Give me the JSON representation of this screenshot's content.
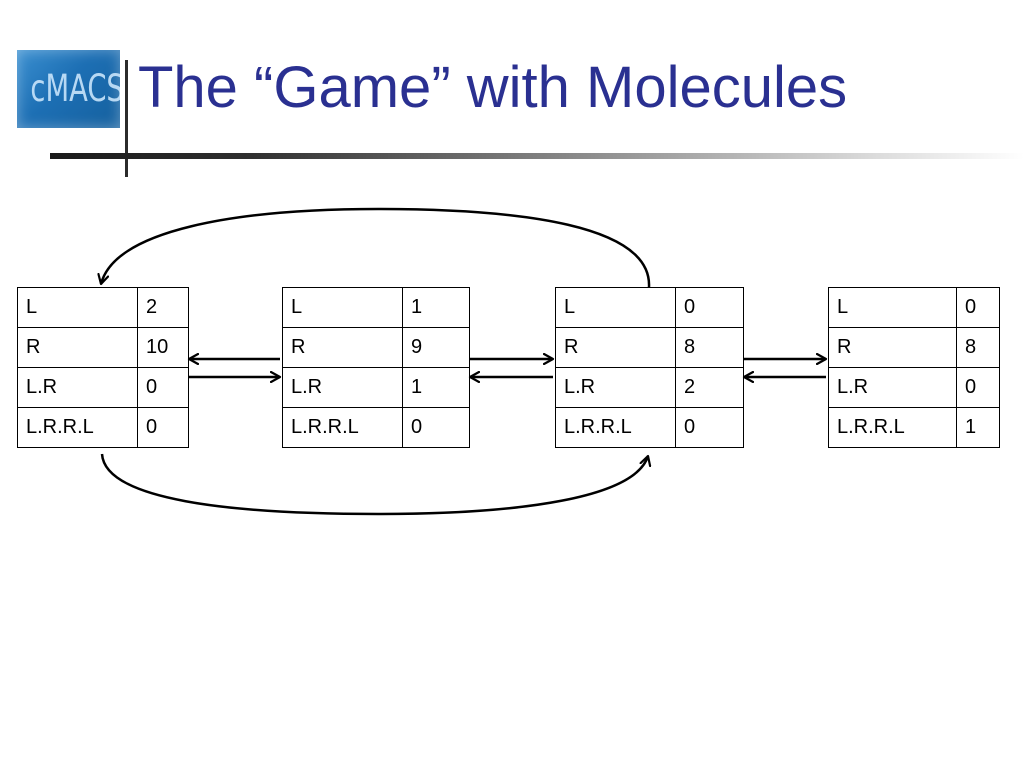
{
  "title": "The “Game” with Molecules",
  "logo": {
    "text": "cMACS",
    "colors": {
      "background": "#1d6fb4",
      "text": "#d2ebff"
    }
  },
  "colors": {
    "title": "#2a3091",
    "line": "#000000"
  },
  "tables": [
    {
      "rows": [
        {
          "name": "L",
          "value": "2"
        },
        {
          "name": "R",
          "value": "10"
        },
        {
          "name": "L.R",
          "value": "0"
        },
        {
          "name": "L.R.R.L",
          "value": "0"
        }
      ]
    },
    {
      "rows": [
        {
          "name": "L",
          "value": "1"
        },
        {
          "name": "R",
          "value": "9"
        },
        {
          "name": "L.R",
          "value": "1"
        },
        {
          "name": "L.R.R.L",
          "value": "0"
        }
      ]
    },
    {
      "rows": [
        {
          "name": "L",
          "value": "0"
        },
        {
          "name": "R",
          "value": "8"
        },
        {
          "name": "L.R",
          "value": "2"
        },
        {
          "name": "L.R.R.L",
          "value": "0"
        }
      ]
    },
    {
      "rows": [
        {
          "name": "L",
          "value": "0"
        },
        {
          "name": "R",
          "value": "8"
        },
        {
          "name": "L.R",
          "value": "0"
        },
        {
          "name": "L.R.R.L",
          "value": "1"
        }
      ]
    }
  ],
  "transitions": [
    {
      "from": 1,
      "to": 2,
      "kind": "forward"
    },
    {
      "from": 2,
      "to": 1,
      "kind": "reverse"
    },
    {
      "from": 2,
      "to": 3,
      "kind": "forward"
    },
    {
      "from": 3,
      "to": 2,
      "kind": "reverse"
    },
    {
      "from": 3,
      "to": 4,
      "kind": "forward"
    },
    {
      "from": 4,
      "to": 3,
      "kind": "reverse"
    },
    {
      "from": 3,
      "to": 1,
      "kind": "curved-top"
    },
    {
      "from": 1,
      "to": 3,
      "kind": "curved-bottom"
    }
  ]
}
